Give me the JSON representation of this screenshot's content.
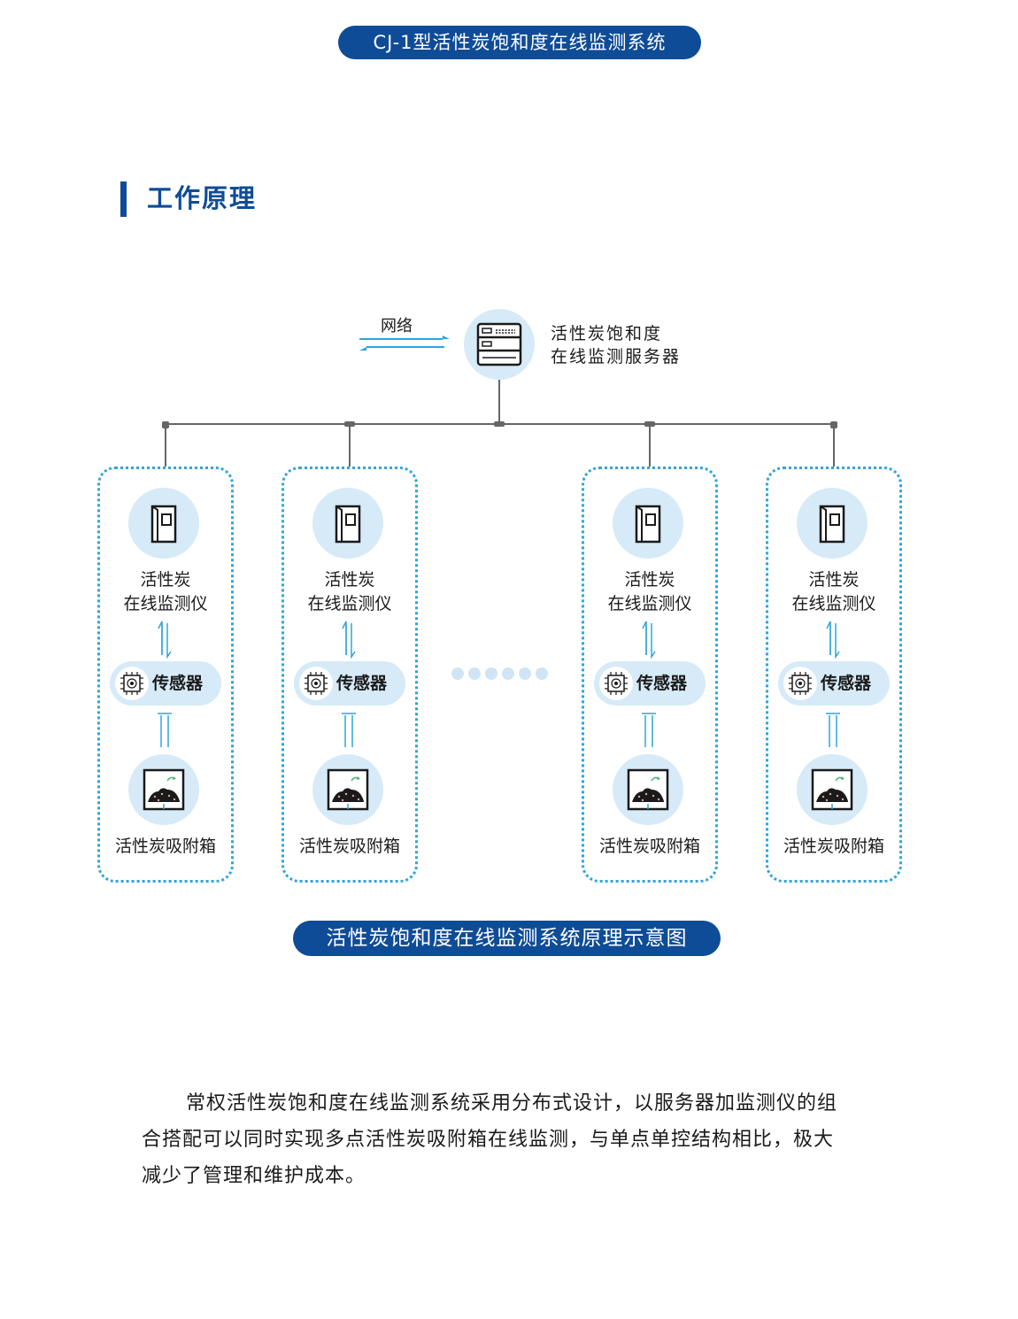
{
  "header": {
    "title": "CJ-1型活性炭饱和度在线监测系统"
  },
  "section": {
    "title": "工作原理"
  },
  "diagram": {
    "network_label": "网络",
    "server": {
      "line1": "活性炭饱和度",
      "line2": "在线监测服务器"
    },
    "units": [
      {
        "monitor_line1": "活性炭",
        "monitor_line2": "在线监测仪",
        "sensor": "传感器",
        "box": "活性炭吸附箱"
      },
      {
        "monitor_line1": "活性炭",
        "monitor_line2": "在线监测仪",
        "sensor": "传感器",
        "box": "活性炭吸附箱"
      },
      {
        "monitor_line1": "活性炭",
        "monitor_line2": "在线监测仪",
        "sensor": "传感器",
        "box": "活性炭吸附箱"
      },
      {
        "monitor_line1": "活性炭",
        "monitor_line2": "在线监测仪",
        "sensor": "传感器",
        "box": "活性炭吸附箱"
      }
    ],
    "caption": "活性炭饱和度在线监测系统原理示意图"
  },
  "description": {
    "line1": "常权活性炭饱和度在线监测系统采用分布式设计，以服务器加监测仪的组",
    "line2": "合搭配可以同时实现多点活性炭吸附箱在线监测，与单点单控结构相比，极大",
    "line3": "减少了管理和维护成本。"
  },
  "colors": {
    "brand": "#0f4c97",
    "light_blue": "#d6eaf8",
    "dotted_border": "#2fa4dc",
    "arrow": "#2fa4dc"
  },
  "icons": [
    "server-icon",
    "monitor-cabinet-icon",
    "chip-icon",
    "carbon-box-icon",
    "network-arrows-icon"
  ]
}
